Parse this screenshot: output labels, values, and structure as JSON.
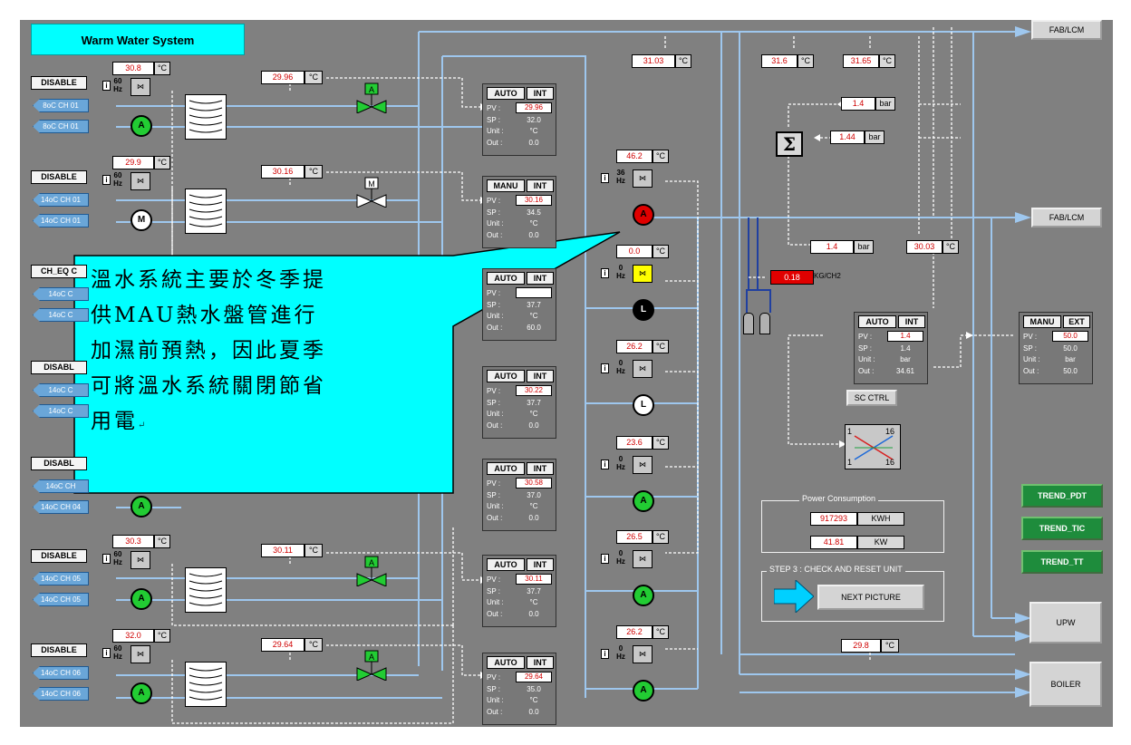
{
  "title": "Warm Water System",
  "callout": {
    "lines": [
      "溫水系統主要於冬季提",
      "供MAU熱水盤管進行",
      "加濕前預熱，因此夏季",
      "可將溫水系統關閉節省",
      "用電"
    ],
    "para_mark": "↵"
  },
  "units": {
    "degc": "°C",
    "bar": "bar",
    "kwh": "KWH",
    "kw": "KW",
    "kg": "KG/CH2",
    "hz": "Hz"
  },
  "chillers": [
    {
      "disable": "DISABLE",
      "ch_top": "8oC CH 01",
      "ch_bot": "8oC CH 01",
      "temp": "30.8",
      "hz": "60",
      "hx_temp": "29.96",
      "pump": "A",
      "valve": "A"
    },
    {
      "disable": "DISABLE",
      "ch_top": "14oC CH 01",
      "ch_bot": "14oC CH 01",
      "temp": "29.9",
      "hz": "60",
      "hx_temp": "30.16",
      "pump": "M",
      "valve": "M"
    },
    {
      "disable": "CH_EQ C",
      "ch_top": "14oC C",
      "ch_bot": "14oC C"
    },
    {
      "disable": "DISABL",
      "ch_top": "14oC C",
      "ch_bot": "14oC C"
    },
    {
      "disable": "DISABL",
      "ch_top": "14oC CH",
      "ch_bot": "14oC CH 04",
      "pump": "A"
    },
    {
      "disable": "DISABLE",
      "ch_top": "14oC CH 05",
      "ch_bot": "14oC CH 05",
      "temp": "30.3",
      "hz": "60",
      "hx_temp": "30.11",
      "pump": "A",
      "valve": "A"
    },
    {
      "disable": "DISABLE",
      "ch_top": "14oC CH 06",
      "ch_bot": "14oC CH 06",
      "temp": "32.0",
      "hz": "60",
      "hx_temp": "29.64",
      "pump": "A",
      "valve": "A"
    }
  ],
  "controllers": [
    {
      "mode": "AUTO",
      "src": "INT",
      "pv": "29.96",
      "sp": "32.0",
      "unit": "°C",
      "out": "0.0"
    },
    {
      "mode": "MANU",
      "src": "INT",
      "pv": "30.16",
      "sp": "34.5",
      "unit": "°C",
      "out": "0.0"
    },
    {
      "mode": "AUTO",
      "src": "INT",
      "pv": "",
      "sp": "37.7",
      "unit": "°C",
      "out": "60.0"
    },
    {
      "mode": "AUTO",
      "src": "INT",
      "pv": "30.22",
      "sp": "37.7",
      "unit": "°C",
      "out": "0.0"
    },
    {
      "mode": "AUTO",
      "src": "INT",
      "pv": "30.58",
      "sp": "37.0",
      "unit": "°C",
      "out": "0.0"
    },
    {
      "mode": "AUTO",
      "src": "INT",
      "pv": "30.11",
      "sp": "37.7",
      "unit": "°C",
      "out": "0.0"
    },
    {
      "mode": "AUTO",
      "src": "INT",
      "pv": "29.64",
      "sp": "35.0",
      "unit": "°C",
      "out": "0.0"
    }
  ],
  "ctl_labels": {
    "pv": "PV :",
    "sp": "SP :",
    "unit": "Unit :",
    "out": "Out :"
  },
  "main_pumps": [
    {
      "temp": "46.2",
      "hz": "36",
      "pump": "A"
    },
    {
      "temp": "0.0",
      "hz": "0",
      "pump": "L"
    },
    {
      "temp": "26.2",
      "hz": "0",
      "pump": "L"
    },
    {
      "temp": "23.6",
      "hz": "0",
      "pump": "A"
    },
    {
      "temp": "26.5",
      "hz": "0",
      "pump": "A"
    },
    {
      "temp": "26.2",
      "hz": "0",
      "pump": "A"
    }
  ],
  "header_temp": "31.03",
  "right_temps": {
    "t1": "31.6",
    "t2": "31.65",
    "p1": "1.4",
    "p2": "1.44",
    "p_out": "1.4",
    "t_out": "30.03",
    "boiler_t": "29.8"
  },
  "pressure_alarm": "0.18",
  "sc_controller": {
    "mode": "AUTO",
    "src": "INT",
    "pv": "1.4",
    "sp": "1.4",
    "unit": "bar",
    "out": "34.61"
  },
  "ext_controller": {
    "mode": "MANU",
    "src": "EXT",
    "pv": "50.0",
    "sp": "50.0",
    "unit": "bar",
    "out": "50.0"
  },
  "sc_ctrl_label": "SC CTRL",
  "split_range": {
    "tl": "1",
    "tm": "16",
    "bl": "1",
    "bm": "16"
  },
  "power": {
    "label": "Power Consumption",
    "kwh": "917293",
    "kw": "41.81"
  },
  "step": {
    "label": "STEP 3 : CHECK AND RESET UNIT",
    "button": "NEXT PICTURE"
  },
  "trend_buttons": [
    "TREND_PDT",
    "TREND_TIC",
    "TREND_TT"
  ],
  "dest_buttons": {
    "fab_top": "FAB/LCM",
    "fab_mid": "FAB/LCM",
    "upw": "UPW",
    "boiler": "BOILER"
  },
  "colors": {
    "background": "#808080",
    "pipe": "#9ec7ee",
    "callout": "#00ffff",
    "title_bg": "#00ffff",
    "pump_green": "#22cc33",
    "pump_red": "#e00000",
    "alarm": "#e00000"
  }
}
